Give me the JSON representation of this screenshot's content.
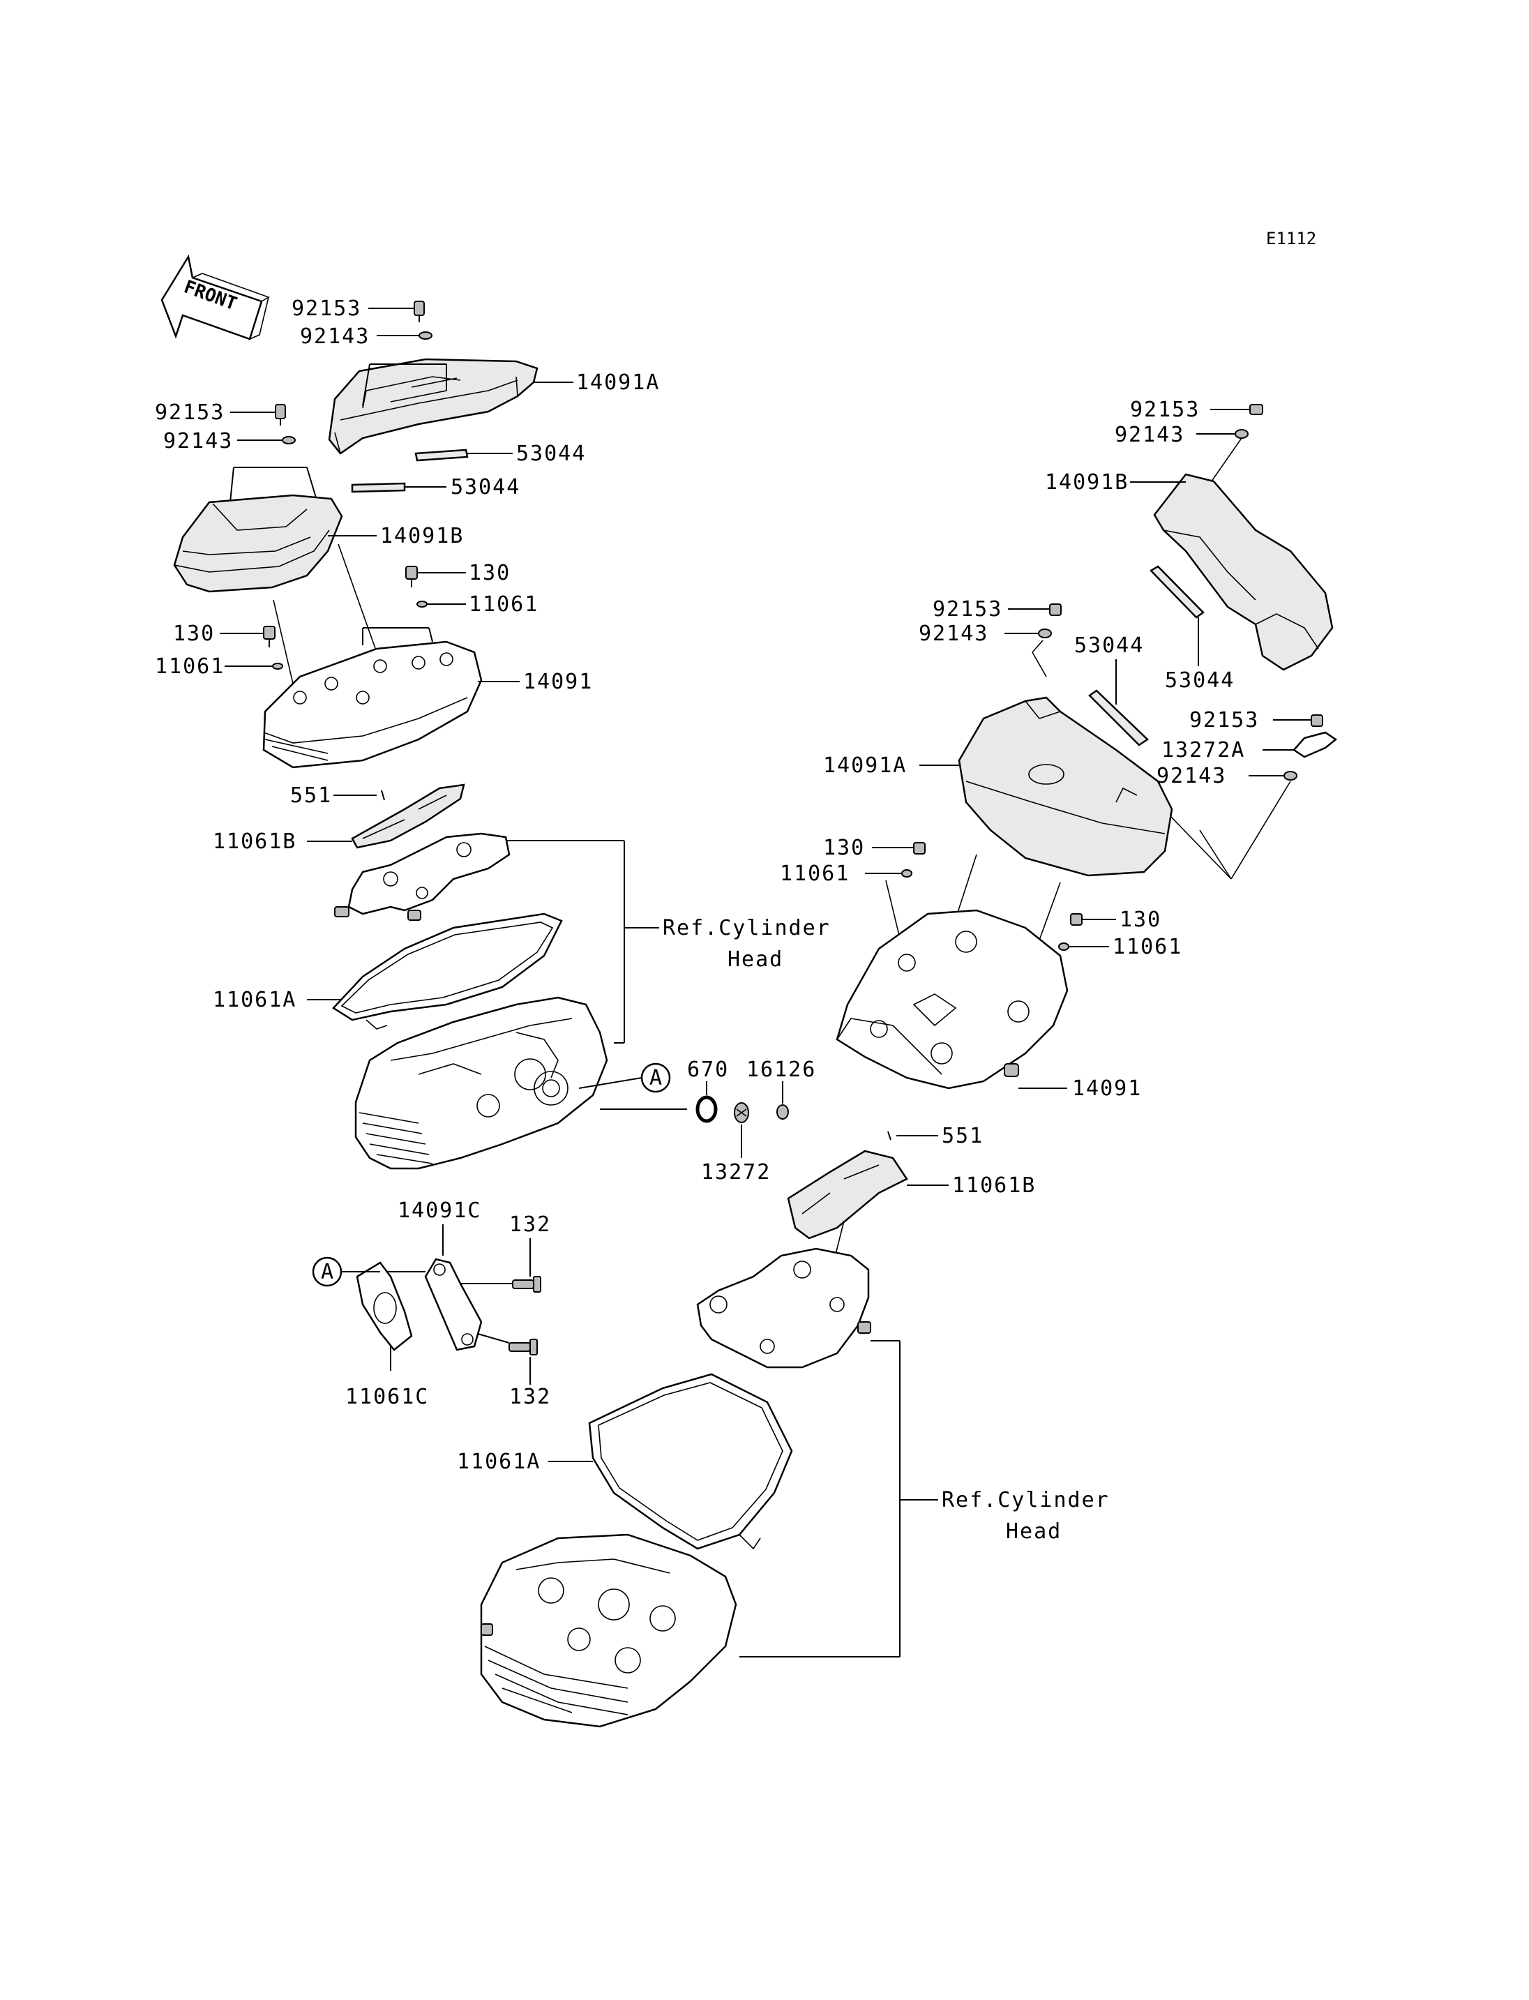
{
  "diagram_code": "E1112",
  "front_label": "FRONT",
  "marker_a": "A",
  "labels": {
    "l_92153_a": "92153",
    "l_92143_a": "92143",
    "l_14091A_a": "14091A",
    "l_53044_a": "53044",
    "l_92153_b": "92153",
    "l_92143_b": "92143",
    "l_53044_b": "53044",
    "l_14091B_a": "14091B",
    "l_130_a": "130",
    "l_11061_a": "11061",
    "l_130_b": "130",
    "l_11061_b": "11061",
    "l_14091_a": "14091",
    "l_551_a": "551",
    "l_11061B_a": "11061B",
    "l_ref_a1": "Ref.Cylinder",
    "l_ref_a2": "Head",
    "l_11061A_a": "11061A",
    "l_670": "670",
    "l_16126": "16126",
    "l_13272": "13272",
    "l_14091C": "14091C",
    "l_132_a": "132",
    "l_132_b": "132",
    "l_11061C": "11061C",
    "l_92153_c": "92153",
    "l_92143_c": "92143",
    "l_14091B_b": "14091B",
    "l_92153_d": "92153",
    "l_92143_d": "92143",
    "l_53044_c": "53044",
    "l_53044_d": "53044",
    "l_92153_e": "92153",
    "l_13272A": "13272A",
    "l_92143_e": "92143",
    "l_14091A_b": "14091A",
    "l_130_c": "130",
    "l_11061_c": "11061",
    "l_130_d": "130",
    "l_11061_d": "11061",
    "l_14091_b": "14091",
    "l_551_b": "551",
    "l_11061B_b": "11061B",
    "l_11061A_b": "11061A",
    "l_ref_b1": "Ref.Cylinder",
    "l_ref_b2": "Head"
  }
}
